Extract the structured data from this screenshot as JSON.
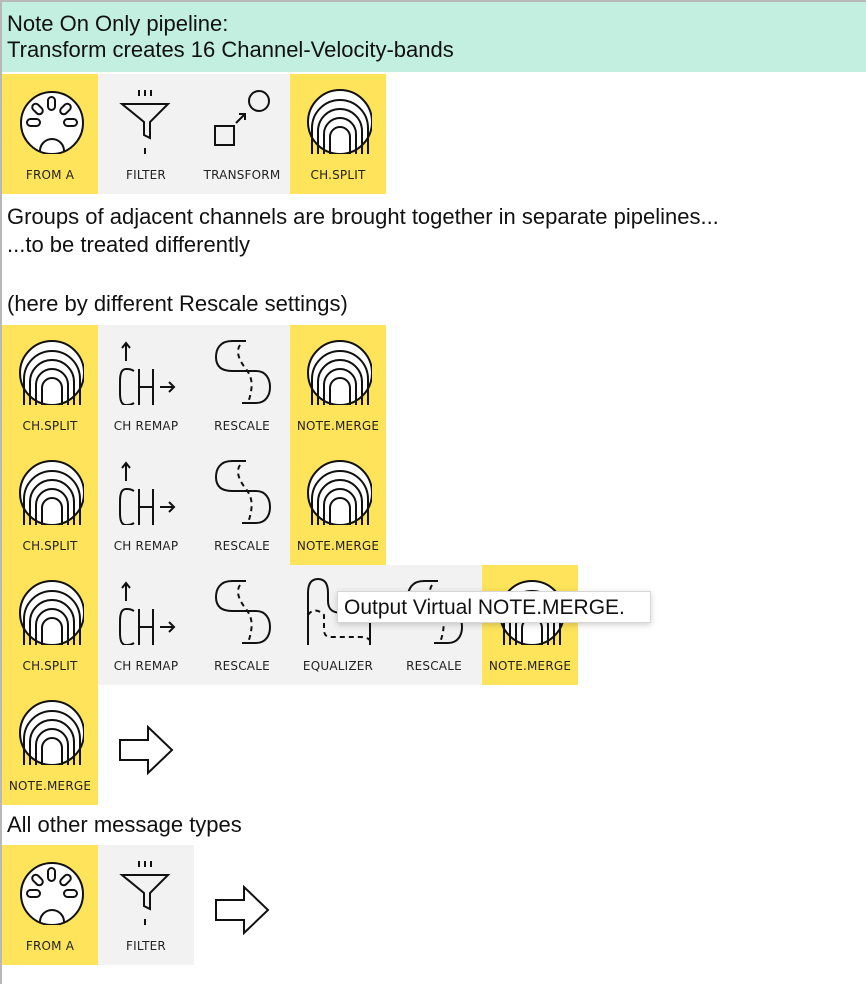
{
  "header": {
    "line1": "Note On Only pipeline:",
    "line2": "Transform creates 16 Channel-Velocity-bands"
  },
  "texts": {
    "groups_line1": "Groups of adjacent channels are brought together in separate pipelines...",
    "groups_line2": "...to be treated differently",
    "rescale_note": "(here by different Rescale settings)",
    "other_types": "All other message types"
  },
  "rows": [
    {
      "tiles": [
        {
          "icon": "midi-din-icon",
          "label": "FROM A",
          "highlight": true
        },
        {
          "icon": "filter-funnel-icon",
          "label": "FILTER",
          "highlight": false
        },
        {
          "icon": "transform-icon",
          "label": "TRANSFORM",
          "highlight": false
        },
        {
          "icon": "ch-split-icon",
          "label": "CH.SPLIT",
          "highlight": true
        }
      ]
    },
    {
      "tiles": [
        {
          "icon": "ch-split-icon",
          "label": "CH.SPLIT",
          "highlight": true
        },
        {
          "icon": "ch-remap-icon",
          "label": "CH REMAP",
          "highlight": false
        },
        {
          "icon": "rescale-icon",
          "label": "RESCALE",
          "highlight": false
        },
        {
          "icon": "note-merge-icon",
          "label": "NOTE.MERGE",
          "highlight": true
        }
      ]
    },
    {
      "tiles": [
        {
          "icon": "ch-split-icon",
          "label": "CH.SPLIT",
          "highlight": true
        },
        {
          "icon": "ch-remap-icon",
          "label": "CH REMAP",
          "highlight": false
        },
        {
          "icon": "rescale-icon",
          "label": "RESCALE",
          "highlight": false
        },
        {
          "icon": "note-merge-icon",
          "label": "NOTE.MERGE",
          "highlight": true
        }
      ]
    },
    {
      "tiles": [
        {
          "icon": "ch-split-icon",
          "label": "CH.SPLIT",
          "highlight": true
        },
        {
          "icon": "ch-remap-icon",
          "label": "CH REMAP",
          "highlight": false
        },
        {
          "icon": "rescale-icon",
          "label": "RESCALE",
          "highlight": false
        },
        {
          "icon": "equalizer-icon",
          "label": "EQUALIZER",
          "highlight": false
        },
        {
          "icon": "rescale-icon",
          "label": "RESCALE",
          "highlight": false
        },
        {
          "icon": "note-merge-icon",
          "label": "NOTE.MERGE",
          "highlight": true
        }
      ]
    },
    {
      "tiles": [
        {
          "icon": "note-merge-icon",
          "label": "NOTE.MERGE",
          "highlight": true
        }
      ],
      "output_arrow": true
    },
    {
      "tiles": [
        {
          "icon": "midi-din-icon",
          "label": "FROM A",
          "highlight": true
        },
        {
          "icon": "filter-funnel-icon",
          "label": "FILTER",
          "highlight": false
        }
      ],
      "output_arrow": true
    }
  ],
  "tooltip": "Output Virtual NOTE.MERGE.",
  "colors": {
    "header_bg": "#c2efdf",
    "highlight": "#fde45b",
    "tile_bg": "#f2f2f2"
  }
}
